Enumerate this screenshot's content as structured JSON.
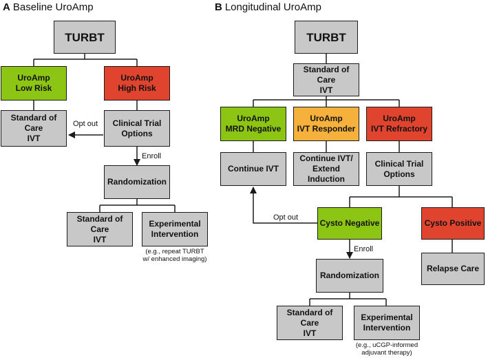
{
  "panel_a": {
    "letter": "A",
    "title": "Baseline UroAmp",
    "turbt": "TURBT",
    "low_risk": "UroAmp\nLow Risk",
    "high_risk": "UroAmp\nHigh Risk",
    "soc": "Standard of Care\nIVT",
    "clinical_trial": "Clinical Trial\nOptions",
    "opt_out": "Opt out",
    "enroll": "Enroll",
    "randomization": "Randomization",
    "soc2": "Standard of Care\nIVT",
    "experimental": "Experimental\nIntervention",
    "experimental_note": "(e.g., repeat TURBT\nw/ enhanced imaging)"
  },
  "panel_b": {
    "letter": "B",
    "title": "Longitudinal UroAmp",
    "turbt": "TURBT",
    "soc_ivt": "Standard of Care\nIVT",
    "mrd_negative": "UroAmp\nMRD Negative",
    "ivt_responder": "UroAmp\nIVT Responder",
    "ivt_refractory": "UroAmp\nIVT Refractory",
    "continue_ivt": "Continue IVT",
    "continue_extend": "Continue IVT/\nExtend Induction",
    "clinical_trial": "Clinical Trial\nOptions",
    "cysto_negative": "Cysto Negative",
    "cysto_positive": "Cysto Positive",
    "relapse_care": "Relapse Care",
    "opt_out": "Opt out",
    "enroll": "Enroll",
    "randomization": "Randomization",
    "soc2": "Standard of Care\nIVT",
    "experimental": "Experimental\nIntervention",
    "experimental_note": "(e.g., uCGP-informed\nadjuvant therapy)"
  },
  "colors": {
    "gray": "#c8c8c8",
    "green": "#8cc514",
    "orange": "#f6b13c",
    "red": "#e0442f",
    "line": "#1a1a1a"
  }
}
